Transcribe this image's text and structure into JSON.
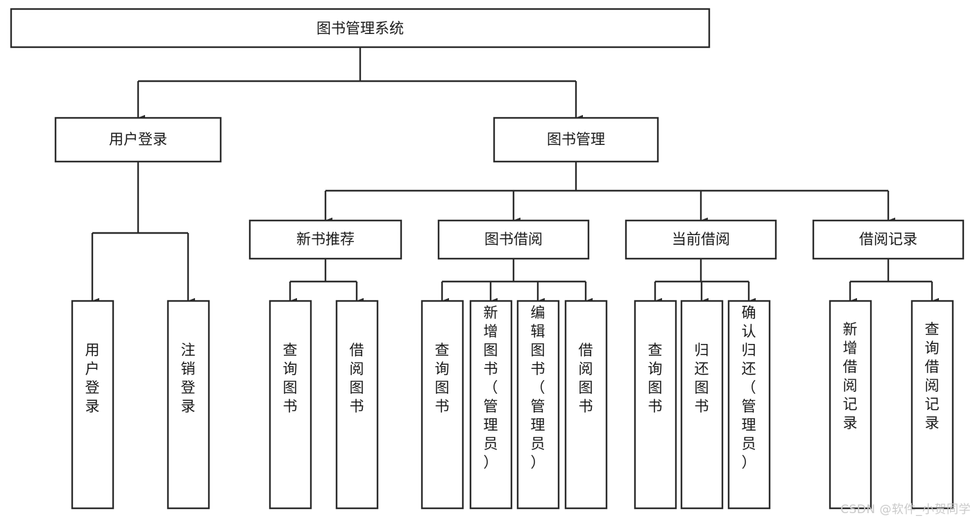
{
  "diagram": {
    "type": "tree-structure-chart",
    "title": "图书管理系统",
    "watermark": "CSDN @软件_小贺同学",
    "colors": {
      "stroke": "#2b2b2b",
      "box_fill": "#ffffff",
      "text": "#1a1a1a",
      "background": "#ffffff",
      "watermark": "#c9c9c9"
    },
    "root": {
      "label": "图书管理系统"
    },
    "level2": [
      {
        "label": "用户登录"
      },
      {
        "label": "图书管理"
      }
    ],
    "level3": [
      {
        "label": "新书推荐"
      },
      {
        "label": "图书借阅"
      },
      {
        "label": "当前借阅"
      },
      {
        "label": "借阅记录"
      }
    ],
    "leaves": {
      "user_login": [
        {
          "label": "用户登录"
        },
        {
          "label": "注销登录"
        }
      ],
      "new_book_recommend": [
        {
          "label": "查询图书"
        },
        {
          "label": "借阅图书"
        }
      ],
      "book_borrow": [
        {
          "label": "查询图书"
        },
        {
          "label": "新增图书（管理员）"
        },
        {
          "label": "编辑图书（管理员）"
        },
        {
          "label": "借阅图书"
        }
      ],
      "current_borrow": [
        {
          "label": "查询图书"
        },
        {
          "label": "归还图书"
        },
        {
          "label": "确认归还（管理员）"
        }
      ],
      "borrow_record": [
        {
          "label": "新增借阅记录"
        },
        {
          "label": "查询借阅记录"
        }
      ]
    }
  }
}
